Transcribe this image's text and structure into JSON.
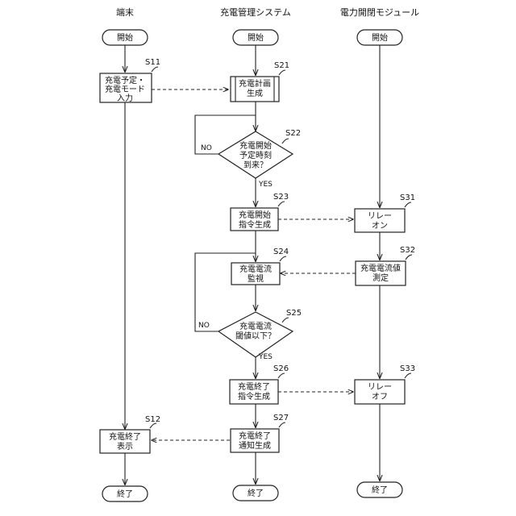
{
  "lanes": {
    "terminal": "端末",
    "charge_mgmt": "充電管理システム",
    "power_switch": "電力開閉モジュール"
  },
  "nodes": {
    "t_start": "開始",
    "s11": [
      "充電予定・",
      "充電モード",
      "入力"
    ],
    "s12": [
      "充電終了",
      "表示"
    ],
    "t_end": "終了",
    "c_start": "開始",
    "s21": [
      "充電計画",
      "生成"
    ],
    "s22": [
      "充電開始",
      "予定時刻",
      "到来？"
    ],
    "s23": [
      "充電開始",
      "指令生成"
    ],
    "s24": [
      "充電電流",
      "監視"
    ],
    "s25": [
      "充電電流",
      "閾値以下？"
    ],
    "s26": [
      "充電終了",
      "指令生成"
    ],
    "s27": [
      "充電終了",
      "通知生成"
    ],
    "c_end": "終了",
    "p_start": "開始",
    "s31": [
      "リレー",
      "オン"
    ],
    "s32": [
      "充電電流値",
      "測定"
    ],
    "s33": [
      "リレー",
      "オフ"
    ],
    "p_end": "終了"
  },
  "step_labels": {
    "s11": "S11",
    "s12": "S12",
    "s21": "S21",
    "s22": "S22",
    "s23": "S23",
    "s24": "S24",
    "s25": "S25",
    "s26": "S26",
    "s27": "S27",
    "s31": "S31",
    "s32": "S32",
    "s33": "S33"
  },
  "branch_labels": {
    "s22_no": "NO",
    "s22_yes": "YES",
    "s25_no": "NO",
    "s25_yes": "YES"
  }
}
